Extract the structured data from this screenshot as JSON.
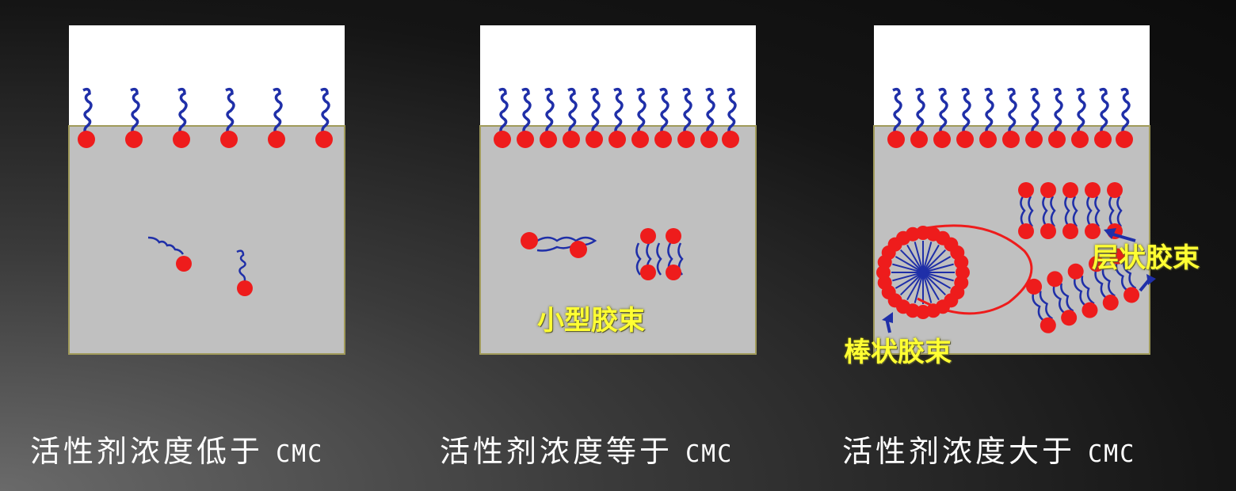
{
  "panels": [
    {
      "caption_main": "活性剂浓度低于",
      "caption_cmc": "CMC"
    },
    {
      "caption_main": "活性剂浓度等于",
      "caption_cmc": "CMC",
      "label": "小型胶束"
    },
    {
      "caption_main": "活性剂浓度大于",
      "caption_cmc": "CMC",
      "label_rod": "棒状胶束",
      "label_lamellar": "层状胶束"
    }
  ],
  "colors": {
    "air": "#ffffff",
    "water": "#c0c0c0",
    "head": "#ee1c1c",
    "tail": "#1f2fa8",
    "label": "#ffff33"
  }
}
